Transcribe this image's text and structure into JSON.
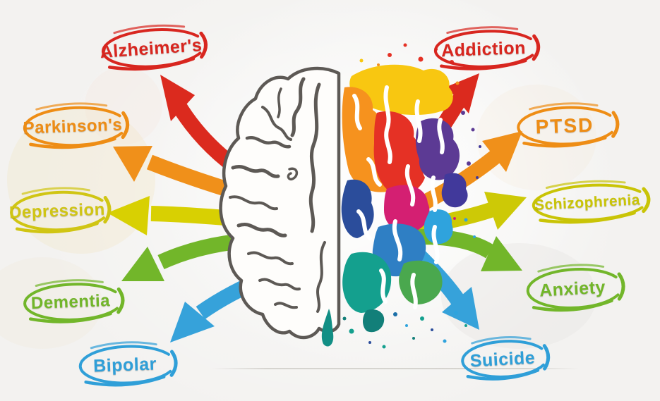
{
  "canvas": {
    "background": "#f3f2f0"
  },
  "brain": {
    "icon": "brain-half-sketch-half-paint",
    "left_half_style": "pencil-sketch",
    "right_half_style": "colorful-paint-splatter"
  },
  "palette": {
    "red": "#d8261f",
    "orange": "#ee8d15",
    "yellow": "#d2c70a",
    "green": "#72b62a",
    "blue": "#2f9fd8"
  },
  "labels": [
    {
      "text": "Alzheimer's",
      "color": "#d8261f",
      "position": "top-left"
    },
    {
      "text": "Addiction",
      "color": "#d8261f",
      "position": "top-right"
    },
    {
      "text": "Parkinson's",
      "color": "#ee8d15",
      "position": "upper-left"
    },
    {
      "text": "PTSD",
      "color": "#ee8d15",
      "position": "upper-right"
    },
    {
      "text": "Depression",
      "color": "#d0c513",
      "position": "middle-left"
    },
    {
      "text": "Schizophrenia",
      "color": "#c9c406",
      "position": "middle-right"
    },
    {
      "text": "Dementia",
      "color": "#72b62a",
      "position": "lower-left"
    },
    {
      "text": "Anxiety",
      "color": "#72b62a",
      "position": "lower-right"
    },
    {
      "text": "Bipolar",
      "color": "#2f9fd8",
      "position": "bottom-left"
    },
    {
      "text": "Suicide",
      "color": "#2f9fd8",
      "position": "bottom-right"
    }
  ],
  "arrows": [
    {
      "target": "Alzheimer's",
      "color": "#db2a1e",
      "direction": "up-left"
    },
    {
      "target": "Addiction",
      "color": "#db2a1e",
      "direction": "up-right"
    },
    {
      "target": "Parkinson's",
      "color": "#f0901a",
      "direction": "left-up"
    },
    {
      "target": "PTSD",
      "color": "#f0901a",
      "direction": "right-up"
    },
    {
      "target": "Depression",
      "color": "#d8d002",
      "direction": "left"
    },
    {
      "target": "Schizophrenia",
      "color": "#cdc906",
      "direction": "right"
    },
    {
      "target": "Dementia",
      "color": "#72b62a",
      "direction": "left-down"
    },
    {
      "target": "Anxiety",
      "color": "#72b62a",
      "direction": "right-down"
    },
    {
      "target": "Bipolar",
      "color": "#36a2da",
      "direction": "down-left"
    },
    {
      "target": "Suicide",
      "color": "#36a2da",
      "direction": "down-right"
    }
  ]
}
